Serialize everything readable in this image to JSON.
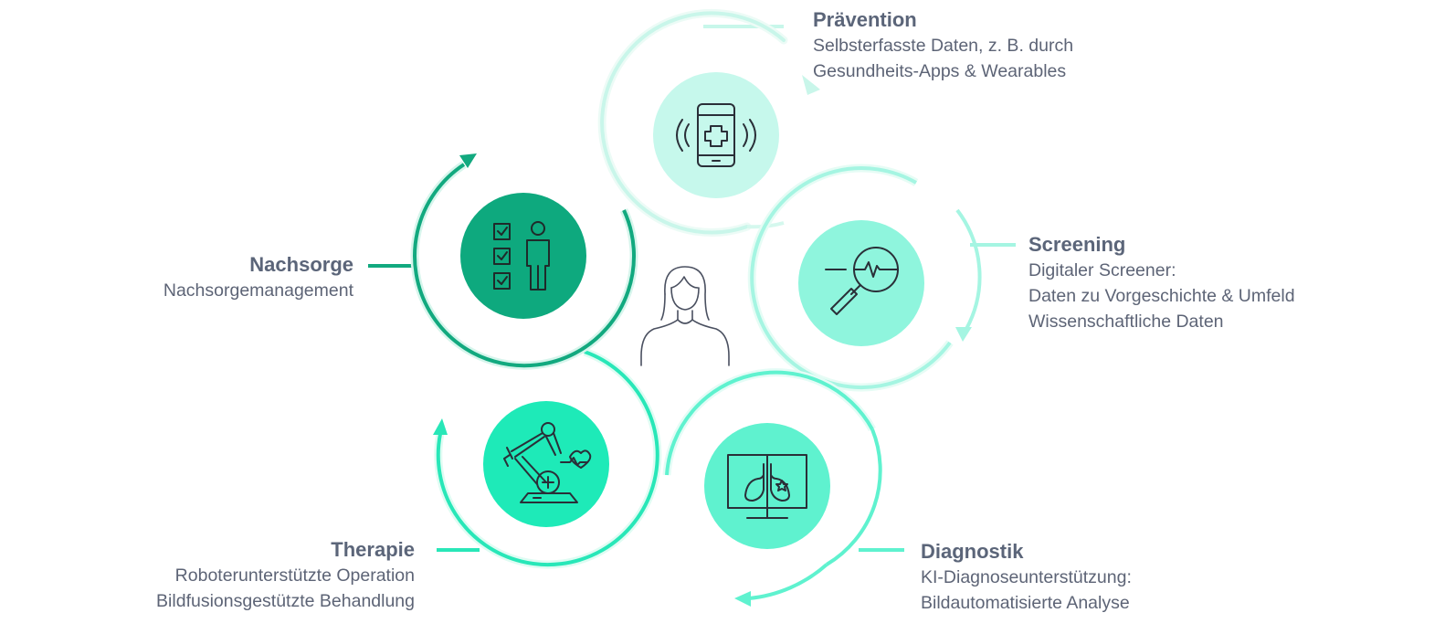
{
  "stages": {
    "praevention": {
      "title": "Prävention",
      "lines": [
        "Selbsterfasste Daten, z. B. durch",
        "Gesundheits-Apps & Wearables"
      ],
      "icon": "smartphone-medical-icon",
      "color": "#a9f5e0"
    },
    "screening": {
      "title": "Screening",
      "lines": [
        "Digitaler Screener:",
        "Daten zu Vorgeschichte & Umfeld",
        "Wissenschaftliche Daten"
      ],
      "icon": "magnifier-pulse-icon",
      "color": "#8ff5dd"
    },
    "diagnostik": {
      "title": "Diagnostik",
      "lines": [
        "KI-Diagnoseunterstützung:",
        "Bildautomatisierte Analyse"
      ],
      "icon": "lung-monitor-icon",
      "color": "#5ff2cf"
    },
    "therapie": {
      "title": "Therapie",
      "lines": [
        "Roboterunterstützte Operation",
        "Bildfusionsgestützte Behandlung"
      ],
      "icon": "robot-arm-icon",
      "color": "#1eeab8"
    },
    "nachsorge": {
      "title": "Nachsorge",
      "lines": [
        "Nachsorgemanagement"
      ],
      "icon": "checklist-person-icon",
      "color": "#0ea97e"
    }
  },
  "center_icon": "patient-icon",
  "text_color": "#5b6579"
}
